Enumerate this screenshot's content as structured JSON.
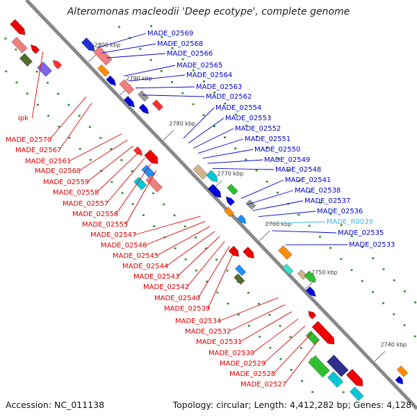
{
  "title": "Alteromonas macleodii 'Deep ecotype', complete genome",
  "accession": "Accession: NC_011138",
  "topology": "Topology: circular; Length: 4,412,282 bp; Genes: 4,128",
  "ticks": [
    "2800 kbp",
    "2790 kbp",
    "2780 kbp",
    "2770 kbp",
    "2760 kbp",
    "2750 kbp",
    "2740 kbp"
  ],
  "colors": {
    "forward_label": "#0000cc",
    "reverse_label": "#dd0000",
    "rna_label": "#33bbee",
    "backbone": "#888888"
  },
  "forward_labels": [
    "MADE_02569",
    "MADE_02568",
    "MADE_02566",
    "MADE_02565",
    "MADE_02564",
    "MADE_02563",
    "MADE_02562",
    "MADE_02554",
    "MADE_02553",
    "MADE_02552",
    "MADE_02551",
    "MADE_02550",
    "MADE_02549",
    "MADE_02548",
    "MADE_02541",
    "MADE_02538",
    "MADE_02537",
    "MADE_02536",
    "MADE_R0039",
    "MADE_02535",
    "MADE_02533"
  ],
  "reverse_labels": [
    "ipk",
    "MADE_02570",
    "MADE_02567",
    "MADE_02561",
    "MADE_02560",
    "MADE_02559",
    "MADE_02558",
    "MADE_02557",
    "MADE_02556",
    "MADE_02555",
    "MADE_02547",
    "MADE_02546",
    "MADE_02545",
    "MADE_02544",
    "MADE_02543",
    "MADE_02542",
    "MADE_02540",
    "MADE_02539",
    "MADE_02534",
    "MADE_02532",
    "MADE_02531",
    "MADE_02530",
    "MADE_02529",
    "MADE_02528",
    "MADE_02527"
  ]
}
